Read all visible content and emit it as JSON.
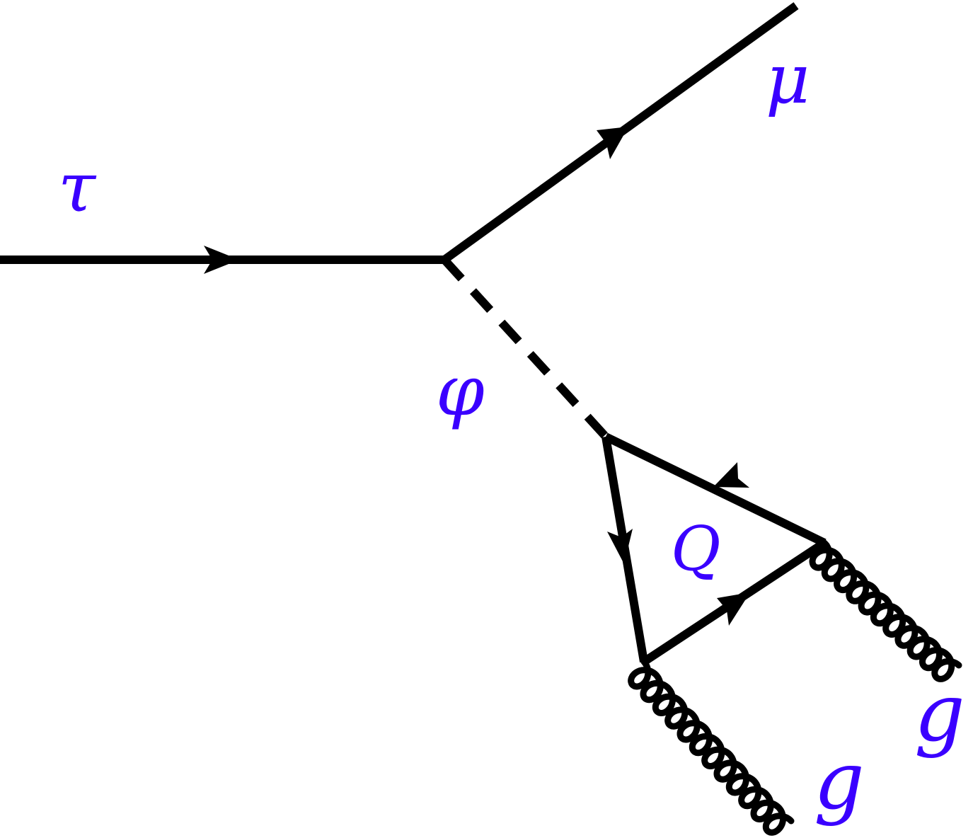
{
  "diagram": {
    "labels": {
      "tau": "τ",
      "mu": "μ",
      "phi": "φ",
      "quark": "Q",
      "gluon_1": "g",
      "gluon_2": "g"
    },
    "colors": {
      "line": "#000000",
      "label": "#3a00ff"
    }
  }
}
